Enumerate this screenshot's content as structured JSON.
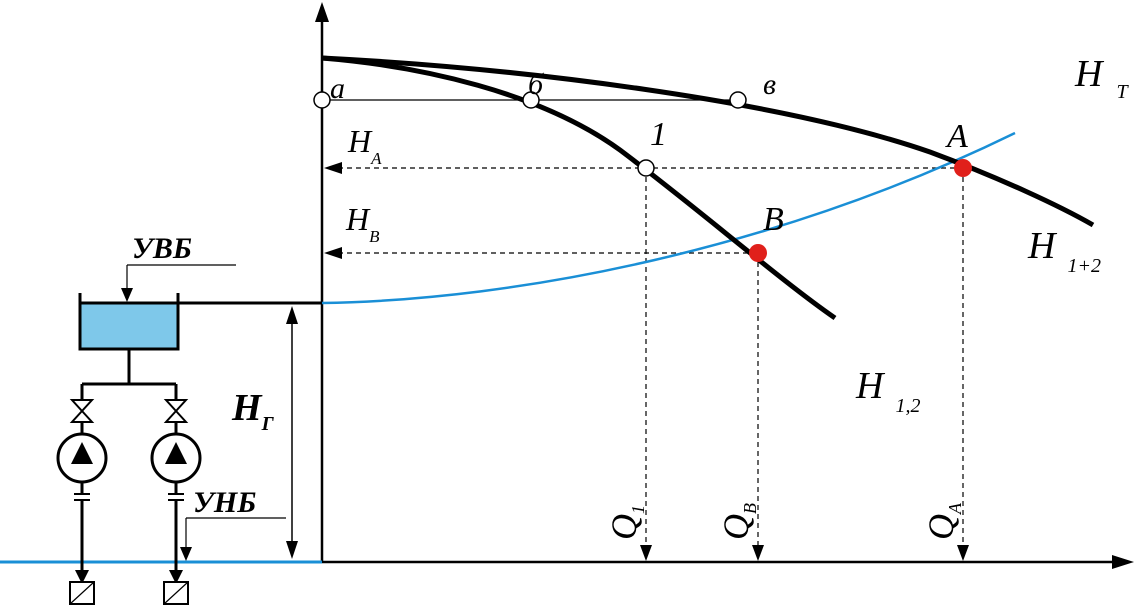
{
  "labels": {
    "a": "a",
    "b": "б",
    "v": "в",
    "one": "1",
    "A": "A",
    "B": "B",
    "HA_main": "H",
    "HA_sub": "A",
    "HB_main": "H",
    "HB_sub": "B",
    "HT_main": "H",
    "HT_sub": "T",
    "H12sum_main": "H",
    "H12sum_sub": "1+2",
    "H12_main": "H",
    "H12_sub": "1,2",
    "Hg_main": "H",
    "Hg_sub": "Г",
    "Q1_main": "Q",
    "Q1_sub": "1",
    "QB_main": "Q",
    "QB_sub": "B",
    "QA_main": "Q",
    "QA_sub": "A",
    "UVB": "УВБ",
    "UNB": "УНБ"
  },
  "colors": {
    "curve": "#000000",
    "pipeline_curve": "#1a8fd6",
    "operating_point": "#e0201b",
    "reservoir_fill": "#7ec8ea",
    "water_line": "#1a8fd6"
  },
  "icons": [
    "valve-icon",
    "pump-icon",
    "intake-strainer-icon",
    "reservoir-icon",
    "arrow-icon"
  ]
}
